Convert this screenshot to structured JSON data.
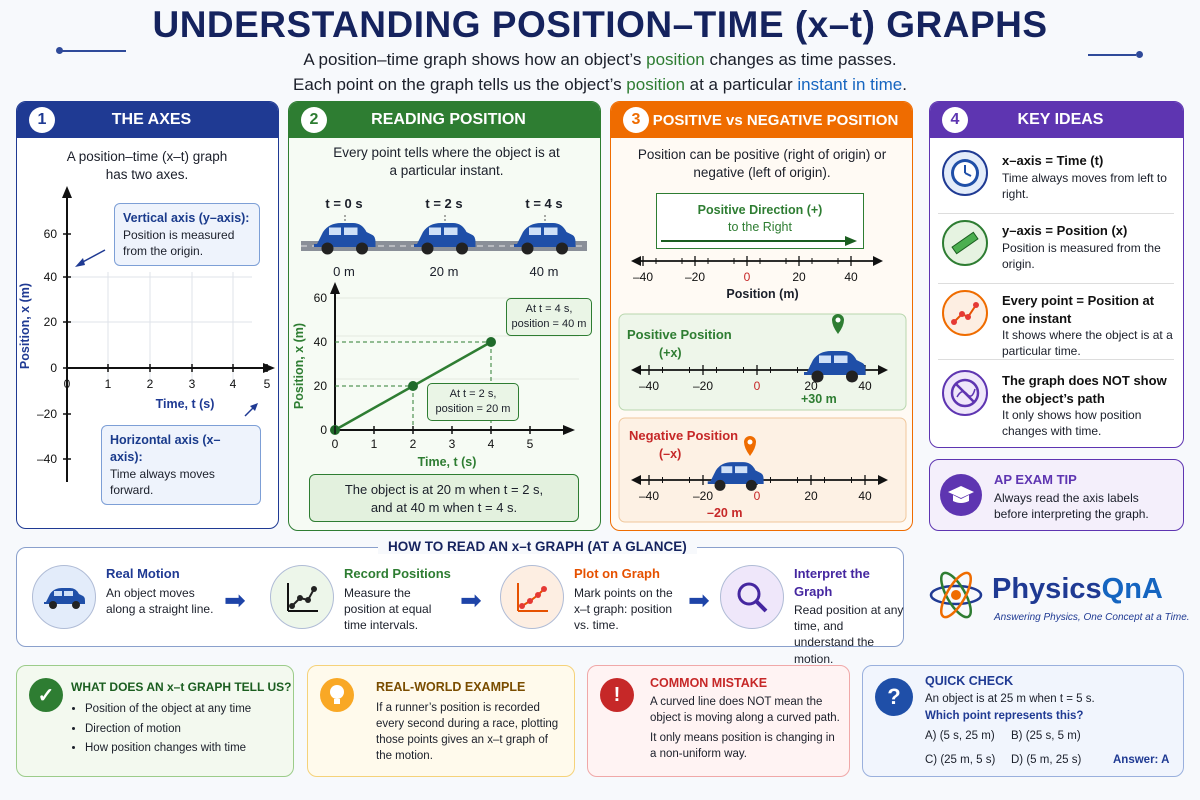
{
  "header": {
    "title": "UNDERSTANDING POSITION–TIME (x–t) GRAPHS",
    "line1_a": "A position–time graph shows how an object’s ",
    "line1_hl": "position",
    "line1_b": " changes as time passes.",
    "line2_a": "Each point on the graph tells us the object’s ",
    "line2_hl1": "position",
    "line2_mid": " at a particular ",
    "line2_hl2": "instant in time",
    "line2_end": "."
  },
  "panel1": {
    "num": "1",
    "title": "THE AXES",
    "intro": "A position–time (x–t) graph has two axes.",
    "vertical_title": "Vertical axis (y–axis):",
    "vertical_body": "Position is measured from the origin.",
    "horizontal_title": "Horizontal axis (x–axis):",
    "horizontal_body": "Time always moves forward.",
    "ylabel": "Position, x (m)",
    "xlabel": "Time, t (s)",
    "yticks": [
      "60",
      "40",
      "20",
      "0",
      "–20",
      "–40"
    ],
    "xticks": [
      "0",
      "1",
      "2",
      "3",
      "4",
      "5"
    ]
  },
  "panel2": {
    "num": "2",
    "title": "READING POSITION",
    "intro": "Every point tells where the object is at a particular instant.",
    "car_times": [
      "t = 0 s",
      "t = 2 s",
      "t = 4 s"
    ],
    "car_positions": [
      "0 m",
      "20 m",
      "40 m"
    ],
    "ylabel": "Position, x (m)",
    "xlabel": "Time, t (s)",
    "yticks": [
      "60",
      "40",
      "20",
      "0"
    ],
    "xticks": [
      "0",
      "1",
      "2",
      "3",
      "4",
      "5"
    ],
    "callout_top_1": "At t = 4 s,",
    "callout_top_2": "position = 40 m",
    "callout_mid_1": "At t = 2 s,",
    "callout_mid_2": "position = 20 m",
    "summary_1": "The object is at 20 m when t = 2 s,",
    "summary_2": "and at 40 m when t = 4 s."
  },
  "panel3": {
    "num": "3",
    "title": "POSITIVE vs NEGATIVE POSITION",
    "intro": "Position can be positive (right of origin) or negative (left of origin).",
    "direction_1": "Positive Direction (+)",
    "direction_2": "to the Right",
    "axis_label": "Position (m)",
    "ticks": [
      "–40",
      "–20",
      "0",
      "20",
      "40"
    ],
    "pos_title": "Positive Position",
    "pos_sign": "(+x)",
    "pos_value": "+30 m",
    "neg_title": "Negative Position",
    "neg_sign": "(–x)",
    "neg_value": "–20 m"
  },
  "panel4": {
    "num": "4",
    "title": "KEY IDEAS",
    "items": [
      {
        "title": "x–axis = Time (t)",
        "body": "Time always moves from left to right."
      },
      {
        "title": "y–axis = Position (x)",
        "body": "Position is measured from the origin."
      },
      {
        "title": "Every point = Position at one instant",
        "body": "It shows where the object is at a particular time."
      },
      {
        "title": "The graph does NOT show the object’s path",
        "body": "It only shows how position changes with time."
      }
    ],
    "tip_title": "AP EXAM TIP",
    "tip_body": "Always read the axis labels before interpreting the graph."
  },
  "steps": {
    "title": "HOW TO READ AN x–t GRAPH (AT A GLANCE)",
    "items": [
      {
        "title": "Real Motion",
        "body": "An object moves along a straight line."
      },
      {
        "title": "Record Positions",
        "body": "Measure the position at equal time intervals."
      },
      {
        "title": "Plot on Graph",
        "body": "Mark points on the x–t graph: position vs. time."
      },
      {
        "title": "Interpret the Graph",
        "body": "Read position at any time, and understand the motion."
      }
    ]
  },
  "brand": {
    "name_a": "Physics",
    "name_b": "QnA",
    "tagline": "Answering Physics, One Concept at a Time."
  },
  "bottom": {
    "tells_title": "WHAT DOES AN x–t GRAPH TELL US?",
    "tells_items": [
      "Position of the object at any time",
      "Direction of motion",
      "How position changes with time"
    ],
    "example_title": "REAL-WORLD EXAMPLE",
    "example_body": "If a runner’s position is recorded every second during a race, plotting those points gives an x–t graph of the motion.",
    "mistake_title": "COMMON MISTAKE",
    "mistake_body_1": "A curved line does NOT mean the object is moving along a curved path.",
    "mistake_body_2": "It only means position is changing in a non-uniform way.",
    "check_title": "QUICK CHECK",
    "check_question": "An object is at 25 m when t = 5 s.",
    "check_prompt": "Which point represents this?",
    "options": [
      "A) (5 s, 25 m)",
      "B) (25 s, 5 m)",
      "C) (25 m, 5 s)",
      "D) (5 m, 25 s)"
    ],
    "answer": "Answer: A"
  },
  "colors": {
    "panel1": "#1f3a93",
    "panel2": "#2e7d32",
    "panel3": "#ef6c00",
    "panel4": "#5e35b1",
    "accent_red": "#c62828"
  }
}
